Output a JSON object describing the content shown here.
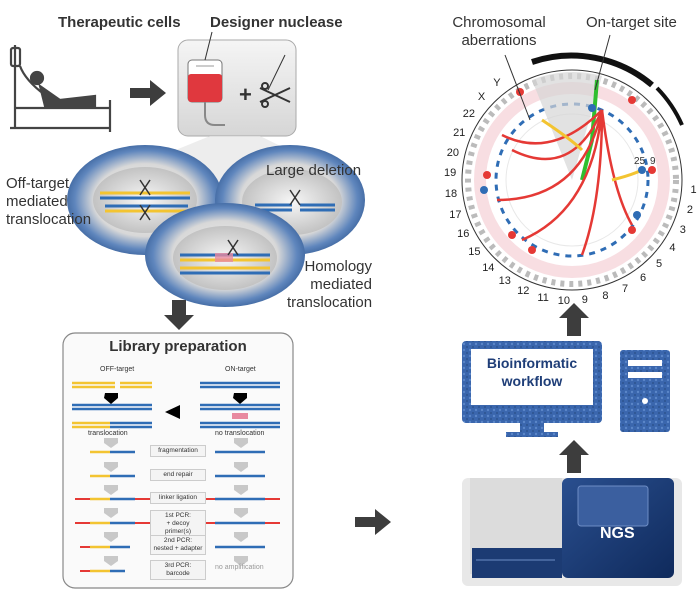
{
  "top": {
    "therapeutic_cells": "Therapeutic cells",
    "designer_nuclease": "Designer nuclease"
  },
  "outcomes": {
    "off_target": [
      "Off-target",
      "mediated",
      "translocation"
    ],
    "large_deletion": "Large deletion",
    "homology": [
      "Homology",
      "mediated",
      "translocation"
    ]
  },
  "library": {
    "title": "Library preparation",
    "off_target_label": "OFF-target",
    "on_target_label": "ON-target",
    "translocation": "translocation",
    "no_translocation": "no translocation",
    "steps": [
      "fragmentation",
      "end repair",
      "linker ligation"
    ],
    "pcr1": [
      "1st PCR:",
      "+ decoy primer(s)"
    ],
    "pcr2": [
      "2nd PCR:",
      "nested + adapter"
    ],
    "pcr3": [
      "3rd PCR:",
      "barcode"
    ],
    "no_amplification": "no amplification"
  },
  "circos": {
    "chromosomal_aberrations": [
      "Chromosomal",
      "aberrations"
    ],
    "on_target_site": "On-target site",
    "chromosomes": [
      "1",
      "2",
      "3",
      "4",
      "5",
      "6",
      "7",
      "8",
      "9",
      "10",
      "11",
      "12",
      "13",
      "14",
      "15",
      "16",
      "17",
      "18",
      "19",
      "20",
      "21",
      "22",
      "X",
      "Y"
    ],
    "zoom_labels": [
      "25",
      "9"
    ]
  },
  "workflow": {
    "bioinformatic": [
      "Bioinformatic",
      "workflow"
    ],
    "ngs": "NGS"
  },
  "colors": {
    "blue": "#2f6db5",
    "yellow": "#f3c431",
    "red": "#e53935",
    "green": "#2fbf2f",
    "arrow": "#3d3d3d",
    "cell_blue": "#1f4f8f"
  }
}
